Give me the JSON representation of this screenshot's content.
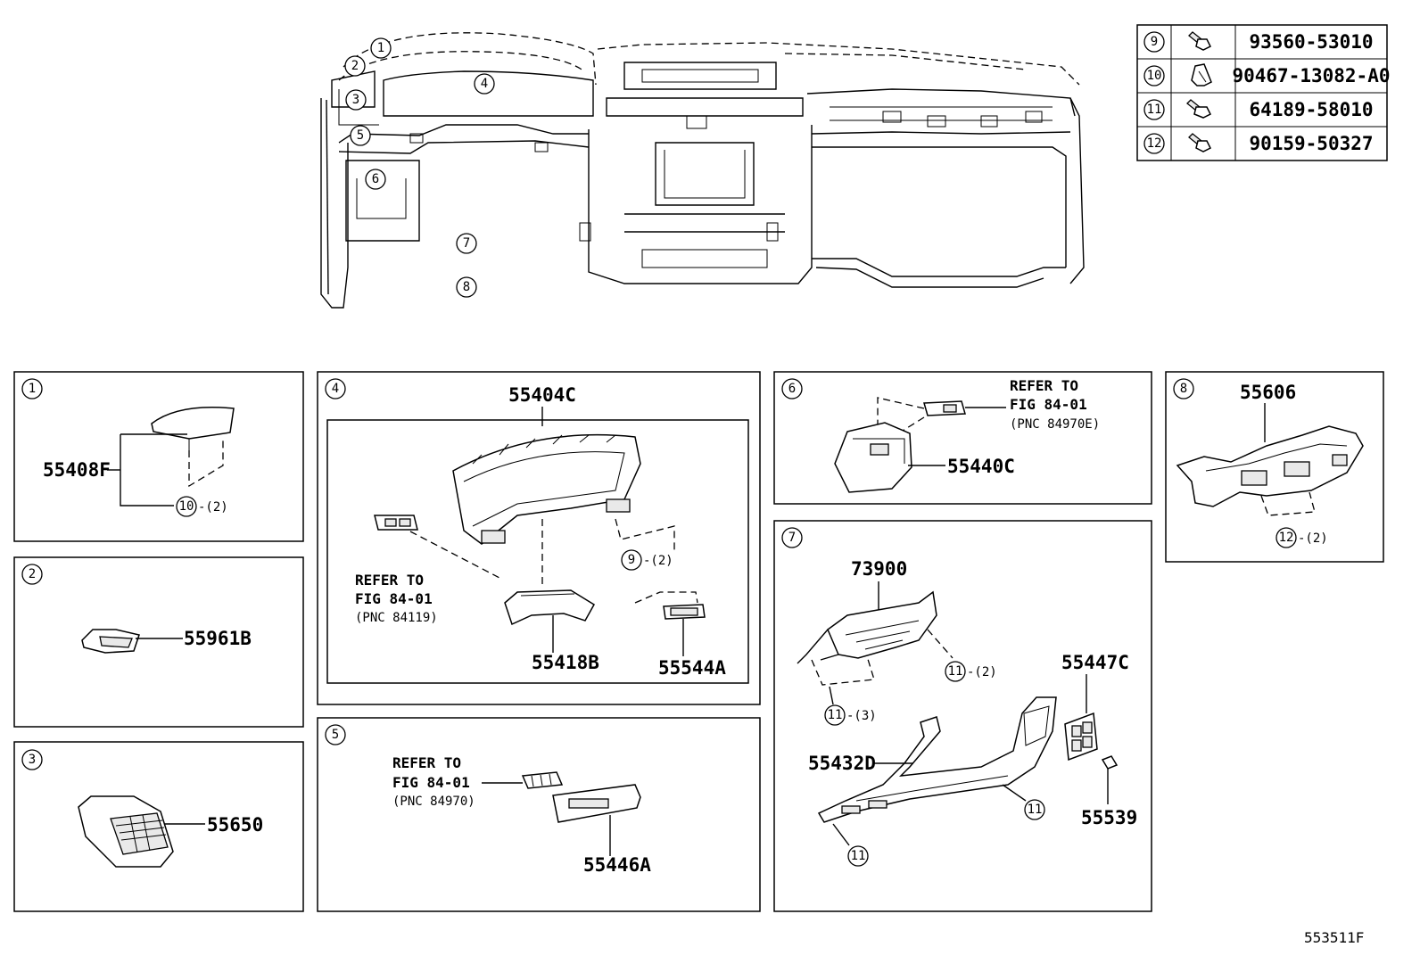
{
  "callout_numbers": {
    "c1": "1",
    "c2": "2",
    "c3": "3",
    "c4": "4",
    "c5": "5",
    "c6": "6",
    "c7": "7",
    "c8": "8",
    "c9": "9",
    "c10": "10",
    "c11": "11",
    "c12": "12"
  },
  "fastener_table": {
    "rows": [
      {
        "ref": "9",
        "part_number": "93560-53010",
        "icon": "screw-icon"
      },
      {
        "ref": "10",
        "part_number": "90467-13082-A0",
        "icon": "clip-icon"
      },
      {
        "ref": "11",
        "part_number": "64189-58010",
        "icon": "screw-icon"
      },
      {
        "ref": "12",
        "part_number": "90159-50327",
        "icon": "screw-icon"
      }
    ]
  },
  "panels": {
    "p1": {
      "index": "1",
      "part": "55408F",
      "fastener": "10",
      "qty": "-(2)"
    },
    "p2": {
      "index": "2",
      "part": "55961B"
    },
    "p3": {
      "index": "3",
      "part": "55650"
    },
    "p4": {
      "index": "4",
      "top_part": "55404C",
      "part_a": "55418B",
      "part_b": "55544A",
      "fastener": "9",
      "qty": "-(2)",
      "refer_line1": "REFER TO",
      "refer_line2": "FIG 84-01",
      "refer_line3": "(PNC 84119)"
    },
    "p5": {
      "index": "5",
      "part": "55446A",
      "refer_line1": "REFER TO",
      "refer_line2": "FIG 84-01",
      "refer_line3": "(PNC 84970)"
    },
    "p6": {
      "index": "6",
      "part": "55440C",
      "refer_line1": "REFER TO",
      "refer_line2": "FIG 84-01",
      "refer_line3": "(PNC 84970E)"
    },
    "p7": {
      "index": "7",
      "part_top": "73900",
      "part_main": "55432D",
      "part_panel": "55447C",
      "part_clip": "55539",
      "fastener": "11",
      "qty_a": "-(2)",
      "qty_b": "-(3)"
    },
    "p8": {
      "index": "8",
      "part": "55606",
      "fastener": "12",
      "qty": "-(2)"
    }
  },
  "figure_id": "553511F"
}
